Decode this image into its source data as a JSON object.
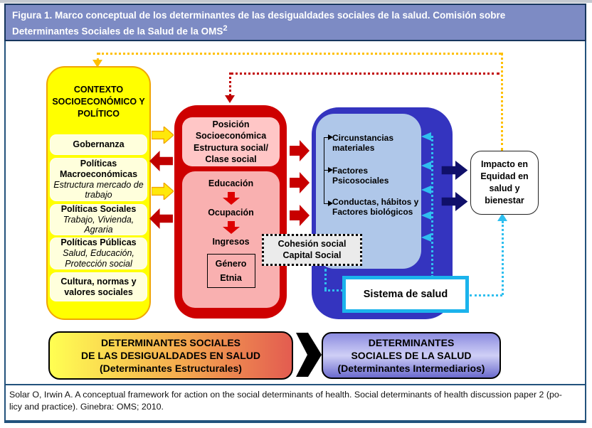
{
  "colors": {
    "title_bar_bg": "#7D8BC4",
    "frame_border": "#23527C",
    "context_yellow": "#FFFF00",
    "context_item_bg": "#FFFFDC",
    "structural_red": "#CE0000",
    "position_pink": "#FFC6C6",
    "steps_pink": "#F9B0B0",
    "intermediary_blue": "#3434BF",
    "intermediary_light_blue": "#AFC7E9",
    "cyan_accent": "#2FBFEF",
    "navy_arrow": "#10106A",
    "orange_feedback": "#FFC000",
    "red_feedback": "#C00000",
    "cohesion_grey": "#EBEBEB",
    "health_system_border": "#1BB3EC"
  },
  "title": {
    "line1": "Figura 1. Marco conceptual de los determinantes de las desigualdades sociales de la salud. Comisión sobre",
    "line2": "Determinantes Sociales de la Salud de la OMS",
    "superscript": "2"
  },
  "context_box": {
    "title": "CONTEXTO SOCIOECONÓMICO Y POLÍTICO",
    "items": [
      {
        "title": "Gobernanza",
        "subtitle": ""
      },
      {
        "title": "Políticas Macroeconómicas",
        "subtitle": "Estructura mercado de trabajo"
      },
      {
        "title": "Políticas Sociales",
        "subtitle": "Trabajo, Vivienda, Agraria"
      },
      {
        "title": "Políticas Públicas",
        "subtitle": "Salud, Educación, Protección social"
      },
      {
        "title": "Cultura, normas y valores sociales",
        "subtitle": ""
      }
    ]
  },
  "position_box": {
    "header": "Posición Socioeconómica Estructura social/ Clase social",
    "steps": [
      "Educación",
      "Ocupación",
      "Ingresos"
    ],
    "inner_box": {
      "line1": "Género",
      "line2": "Etnia"
    }
  },
  "cohesion_box": {
    "line1": "Cohesión social",
    "line2": "Capital Social"
  },
  "intermediary_box": {
    "items": [
      "Circunstancias materiales",
      "Factores Psicosociales",
      "Conductas, hábitos y Factores biológicos"
    ]
  },
  "health_system_box": {
    "label": "Sistema de salud"
  },
  "impact_box": {
    "label": "Impacto en Equidad en salud y bienestar"
  },
  "banners": {
    "structural": {
      "line1": "DETERMINANTES SOCIALES",
      "line2": "DE LAS DESIGUALDADES EN SALUD",
      "line3": "(Determinantes Estructurales)"
    },
    "intermediary": {
      "line1": "DETERMINANTES",
      "line2": "SOCIALES DE LA SALUD",
      "line3": "(Determinantes Intermediarios)"
    }
  },
  "footer": {
    "line1": "Solar O, Irwin A. A conceptual framework for action on the social determinants of health. Social determinants of health discussion paper 2 (po-",
    "line2": "licy and practice). Ginebra: OMS; 2010."
  }
}
